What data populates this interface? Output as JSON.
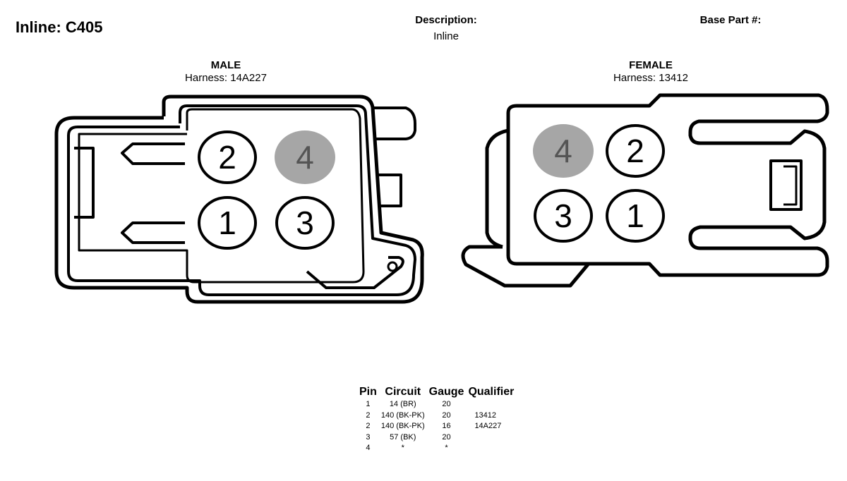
{
  "header": {
    "title": "Inline: C405",
    "description_label": "Description:",
    "description_value": "Inline",
    "base_part_label": "Base Part #:"
  },
  "male": {
    "title": "MALE",
    "harness": "Harness: 14A227",
    "pins": [
      {
        "label": "2",
        "highlighted": false
      },
      {
        "label": "4",
        "highlighted": true
      },
      {
        "label": "1",
        "highlighted": false
      },
      {
        "label": "3",
        "highlighted": false
      }
    ]
  },
  "female": {
    "title": "FEMALE",
    "harness": "Harness: 13412",
    "pins": [
      {
        "label": "4",
        "highlighted": true
      },
      {
        "label": "2",
        "highlighted": false
      },
      {
        "label": "3",
        "highlighted": false
      },
      {
        "label": "1",
        "highlighted": false
      }
    ]
  },
  "colors": {
    "highlight": "#a6a6a6",
    "line": "#000000"
  },
  "table": {
    "headers": [
      "Pin",
      "Circuit",
      "Gauge",
      "Qualifier"
    ],
    "rows": [
      [
        "1",
        "14 (BR)",
        "20",
        ""
      ],
      [
        "2",
        "140 (BK-PK)",
        "20",
        "13412"
      ],
      [
        "2",
        "140 (BK-PK)",
        "16",
        "14A227"
      ],
      [
        "3",
        "57 (BK)",
        "20",
        ""
      ],
      [
        "4",
        "*",
        "*",
        ""
      ]
    ]
  }
}
